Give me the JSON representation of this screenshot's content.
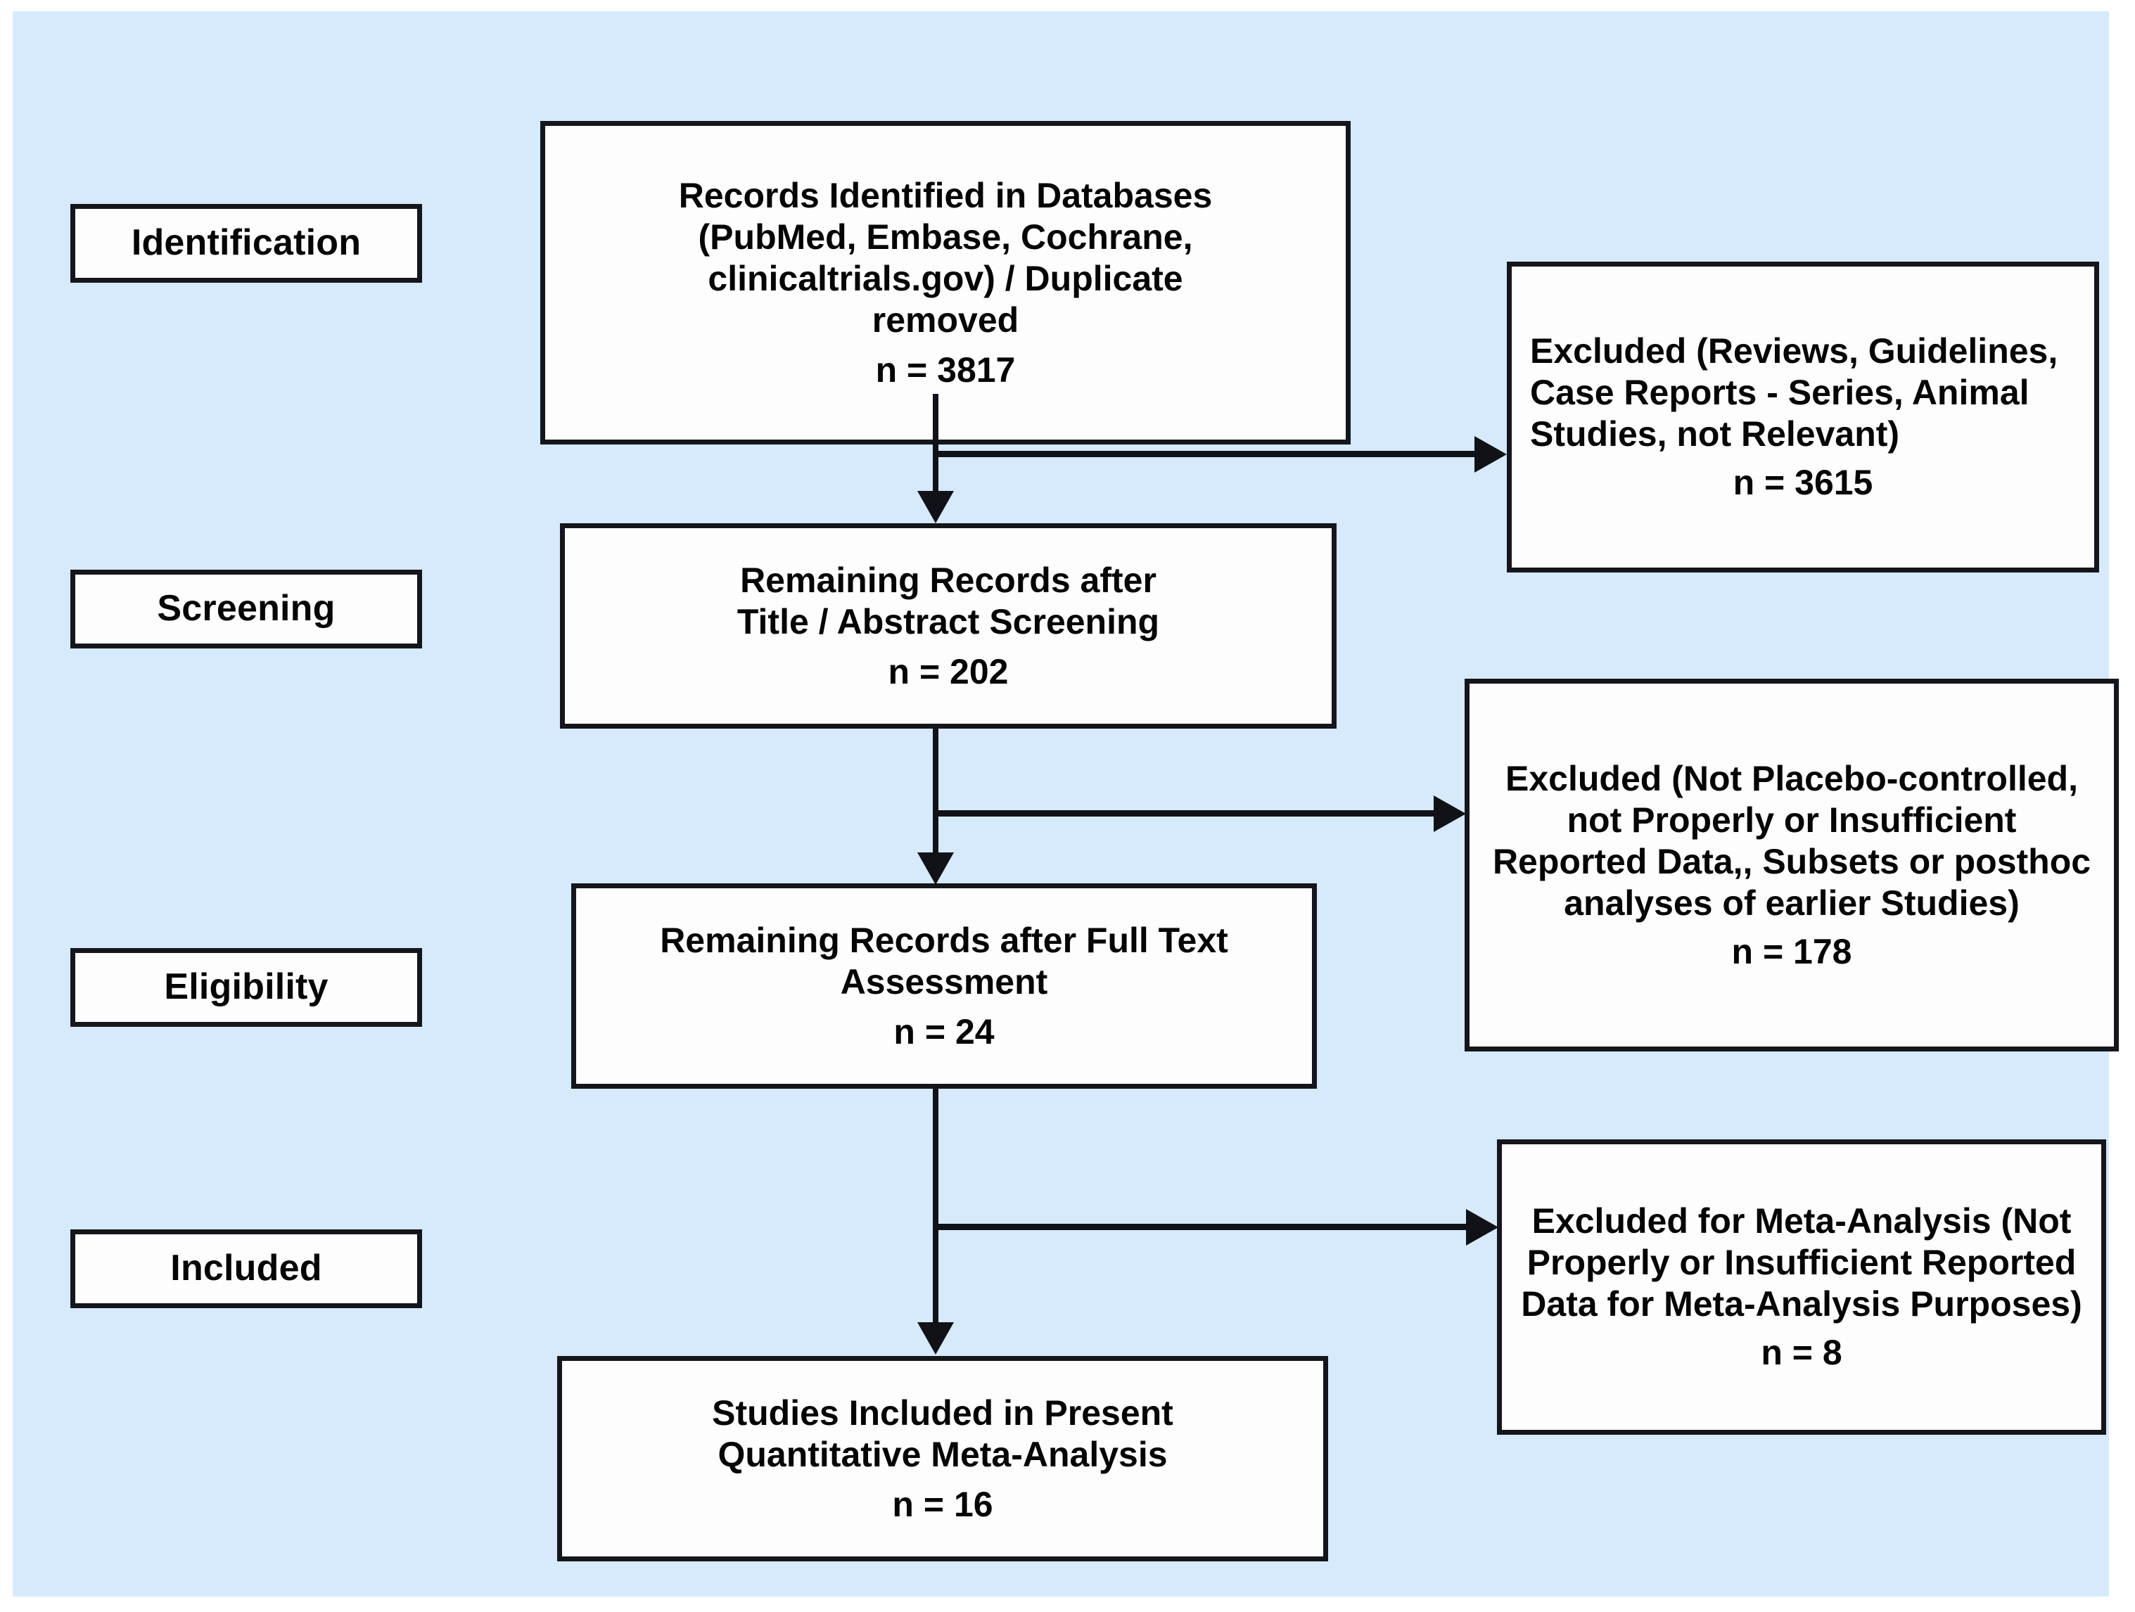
{
  "diagram": {
    "type": "prisma-flow-diagram",
    "background_color": "#d6eafb",
    "box_border_color": "#14161c",
    "box_fill_color": "#fdfdfd",
    "connector_color": "#101218"
  },
  "stages": [
    {
      "label": "Identification"
    },
    {
      "label": "Screening"
    },
    {
      "label": "Eligibility"
    },
    {
      "label": "Included"
    }
  ],
  "flow_boxes": [
    {
      "id": "records-identified",
      "lines": [
        "Records Identified in Databases",
        "(PubMed, Embase, Cochrane,",
        "clinicaltrials.gov) / Duplicate",
        "removed"
      ],
      "count": "n = 3817",
      "n": 3817
    },
    {
      "id": "after-title-abstract",
      "lines": [
        "Remaining Records after",
        "Title / Abstract Screening"
      ],
      "count": "n = 202",
      "n": 202
    },
    {
      "id": "after-full-text",
      "lines": [
        "Remaining Records after Full Text",
        "Assessment"
      ],
      "count": "n = 24",
      "n": 24
    },
    {
      "id": "studies-included",
      "lines": [
        "Studies Included in Present",
        "Quantitative Meta-Analysis"
      ],
      "count": "n = 16",
      "n": 16
    }
  ],
  "exclusion_boxes": [
    {
      "id": "excluded-identification",
      "body": "Excluded (Reviews, Guidelines, Case Reports - Series, Animal Studies, not Relevant)",
      "count": "n = 3615",
      "n": 3615,
      "align": "left"
    },
    {
      "id": "excluded-screening",
      "body": "Excluded (Not Placebo-controlled, not Properly or Insufficient Reported Data,, Subsets or posthoc analyses of earlier Studies)",
      "count": "n = 178",
      "n": 178,
      "align": "center"
    },
    {
      "id": "excluded-eligibility",
      "body": "Excluded for Meta-Analysis (Not Properly or Insufficient Reported Data for Meta-Analysis Purposes)",
      "count": "n = 8",
      "n": 8,
      "align": "center"
    }
  ]
}
